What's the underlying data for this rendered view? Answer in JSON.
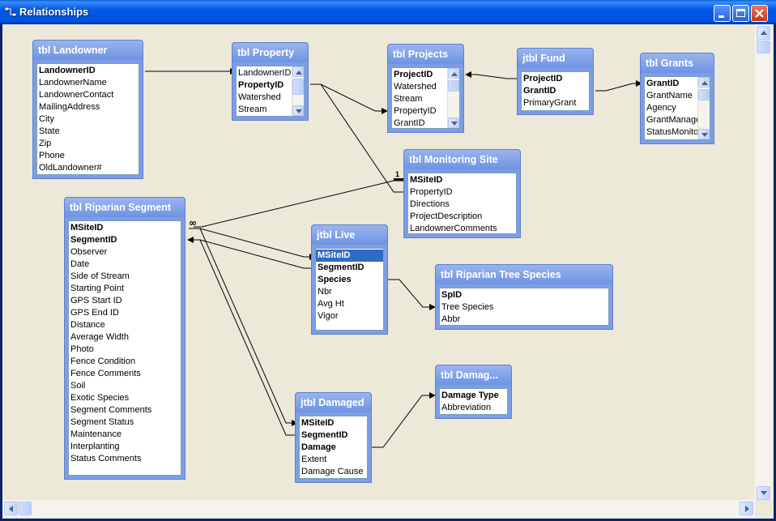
{
  "window": {
    "title": "Relationships"
  },
  "tables": {
    "landowner": {
      "title": "tbl Landowner",
      "fields": [
        {
          "name": "LandownerID",
          "key": true
        },
        {
          "name": "LandownerName"
        },
        {
          "name": "LandownerContact"
        },
        {
          "name": "MailingAddress"
        },
        {
          "name": "City"
        },
        {
          "name": "State"
        },
        {
          "name": "Zip"
        },
        {
          "name": "Phone"
        },
        {
          "name": "OldLandowner#"
        }
      ]
    },
    "property": {
      "title": "tbl Property",
      "fields": [
        {
          "name": "LandownerID"
        },
        {
          "name": "PropertyID",
          "key": true
        },
        {
          "name": "Watershed"
        },
        {
          "name": "Stream"
        }
      ]
    },
    "projects": {
      "title": "tbl Projects",
      "fields": [
        {
          "name": "ProjectID",
          "key": true
        },
        {
          "name": "Watershed"
        },
        {
          "name": "Stream"
        },
        {
          "name": "PropertyID"
        },
        {
          "name": "GrantID"
        }
      ]
    },
    "fund": {
      "title": "jtbl Fund",
      "fields": [
        {
          "name": "ProjectID",
          "key": true
        },
        {
          "name": "GrantID",
          "key": true
        },
        {
          "name": "PrimaryGrant"
        }
      ]
    },
    "grants": {
      "title": "tbl Grants",
      "fields": [
        {
          "name": "GrantID",
          "key": true
        },
        {
          "name": "GrantName"
        },
        {
          "name": "Agency"
        },
        {
          "name": "GrantManage"
        },
        {
          "name": "StatusMonitor"
        }
      ]
    },
    "monitoring": {
      "title": "tbl Monitoring Site",
      "fields": [
        {
          "name": "MSiteID",
          "key": true
        },
        {
          "name": "PropertyID"
        },
        {
          "name": "Directions"
        },
        {
          "name": "ProjectDescription"
        },
        {
          "name": "LandownerComments"
        }
      ]
    },
    "riparian": {
      "title": "tbl Riparian Segment",
      "fields": [
        {
          "name": "MSiteID",
          "key": true
        },
        {
          "name": "SegmentID",
          "key": true
        },
        {
          "name": "Observer"
        },
        {
          "name": "Date"
        },
        {
          "name": "Side of Stream"
        },
        {
          "name": "Starting Point"
        },
        {
          "name": "GPS Start ID"
        },
        {
          "name": "GPS End ID"
        },
        {
          "name": "Distance"
        },
        {
          "name": "Average Width"
        },
        {
          "name": "Photo"
        },
        {
          "name": "Fence Condition"
        },
        {
          "name": "Fence Comments"
        },
        {
          "name": "Soil"
        },
        {
          "name": "Exotic Species"
        },
        {
          "name": "Segment Comments"
        },
        {
          "name": "Segment Status"
        },
        {
          "name": "Maintenance"
        },
        {
          "name": "Interplanting"
        },
        {
          "name": "Status Comments"
        }
      ]
    },
    "live": {
      "title": "jtbl Live",
      "fields": [
        {
          "name": "MSiteID",
          "key": true,
          "selected": true
        },
        {
          "name": "SegmentID",
          "key": true
        },
        {
          "name": "Species",
          "key": true
        },
        {
          "name": "Nbr"
        },
        {
          "name": "Avg Ht"
        },
        {
          "name": "Vigor"
        }
      ]
    },
    "treespecies": {
      "title": "tbl Riparian Tree Species",
      "fields": [
        {
          "name": "SpID",
          "key": true
        },
        {
          "name": "Tree Species"
        },
        {
          "name": "Abbr"
        }
      ]
    },
    "damaged": {
      "title": "jtbl Damaged",
      "fields": [
        {
          "name": "MSiteID",
          "key": true
        },
        {
          "name": "SegmentID",
          "key": true
        },
        {
          "name": "Damage",
          "key": true
        },
        {
          "name": "Extent"
        },
        {
          "name": "Damage Cause"
        }
      ]
    },
    "damage": {
      "title": "tbl Damag...",
      "fields": [
        {
          "name": "Damage Type",
          "key": true
        },
        {
          "name": "Abbreviation"
        }
      ]
    }
  },
  "relationship_labels": {
    "one": "1",
    "many": "∞"
  },
  "colors": {
    "window_title": "#0054e3",
    "table_header": "#7b9ee6",
    "selection": "#316ac5",
    "canvas": "#ece9d8"
  }
}
